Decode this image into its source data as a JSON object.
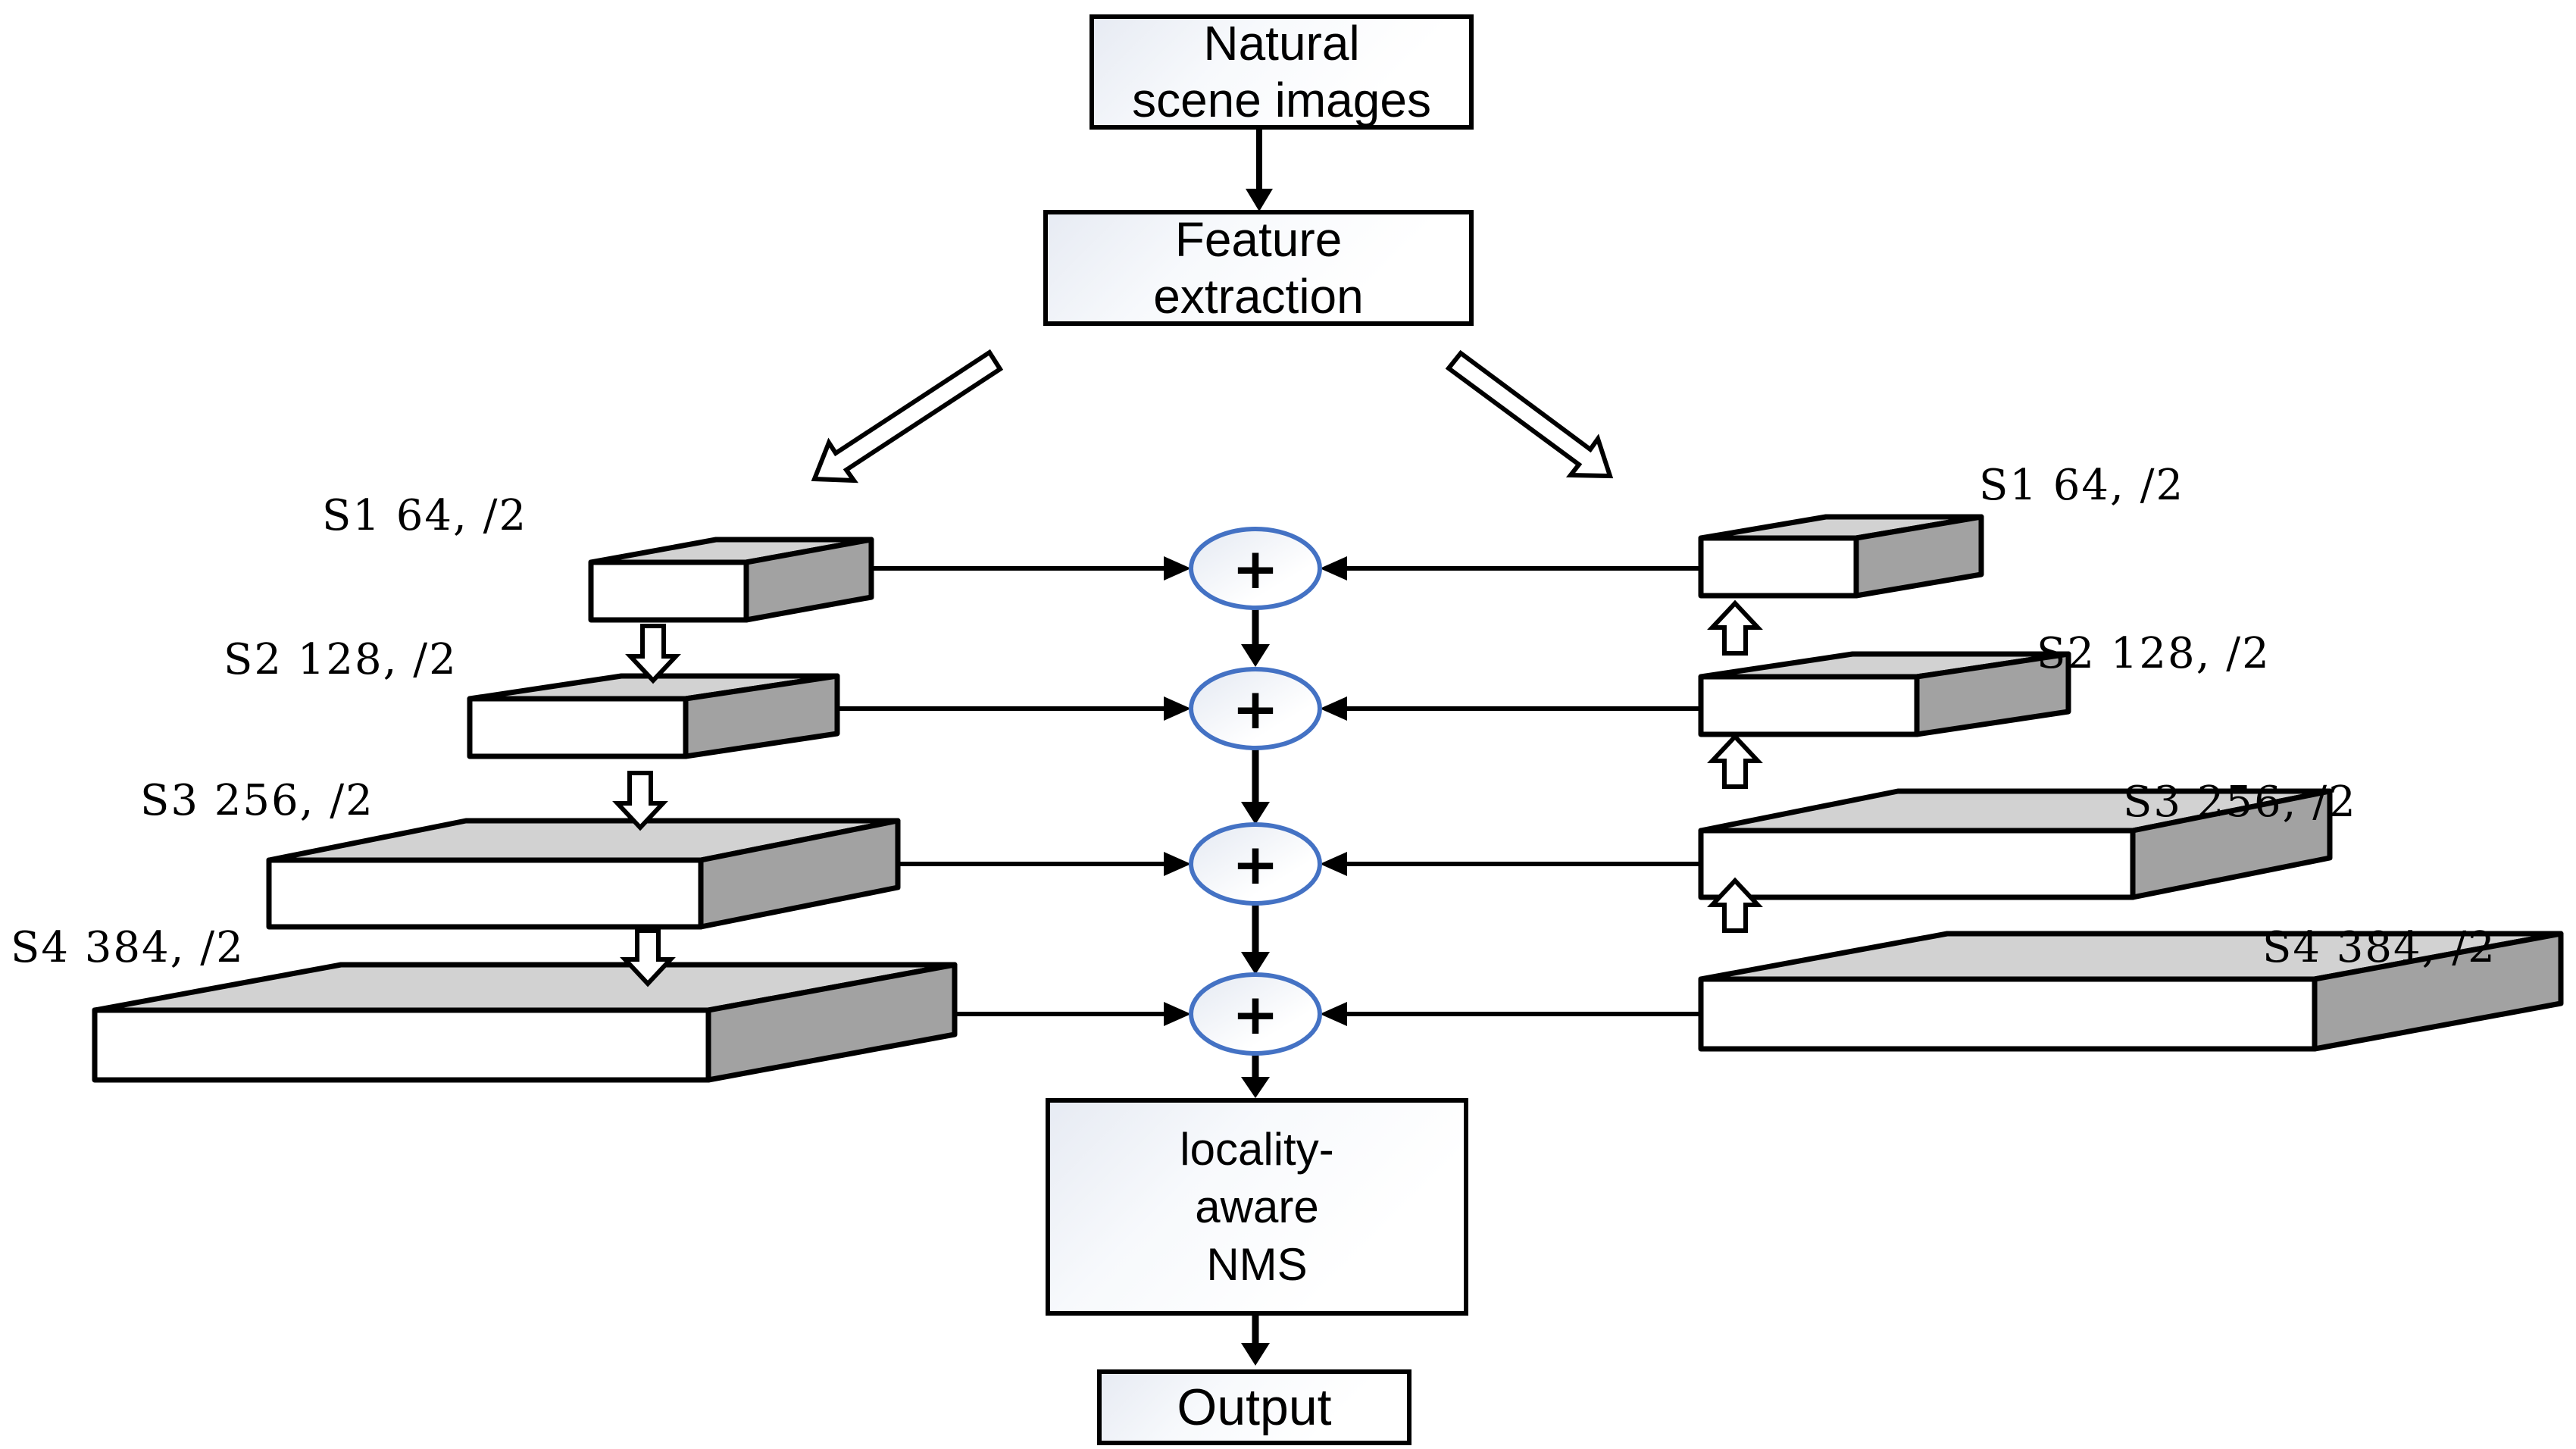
{
  "diagram": {
    "type": "flowchart",
    "description": "Text detection network pipeline with two feature pyramids merged by element-wise addition",
    "nodes": {
      "input": {
        "lines": [
          "Natural",
          "scene images"
        ]
      },
      "feature": {
        "lines": [
          "Feature",
          "extraction"
        ]
      },
      "nms": {
        "lines": [
          "locality-",
          "aware",
          "NMS"
        ]
      },
      "output": {
        "label": "Output"
      },
      "merge_operator": "+"
    },
    "left_stages": [
      {
        "label": "S1 64, /2"
      },
      {
        "label": "S2 128, /2"
      },
      {
        "label": "S3 256, /2"
      },
      {
        "label": "S4 384, /2"
      }
    ],
    "right_stages": [
      {
        "label": "S1 64, /2"
      },
      {
        "label": "S2 128, /2"
      },
      {
        "label": "S3 256, /2"
      },
      {
        "label": "S4 384, /2"
      }
    ],
    "merge_nodes_count": 4,
    "colors": {
      "outline": "#000000",
      "ellipse_stroke": "#4472C4",
      "box_top_face": "#d2d2d2",
      "box_side_face": "#a2a2a2",
      "box_front_face": "#ffffff",
      "node_fill_start": "#e7ebf3",
      "node_fill_end": "#ffffff",
      "background": "#ffffff"
    }
  }
}
